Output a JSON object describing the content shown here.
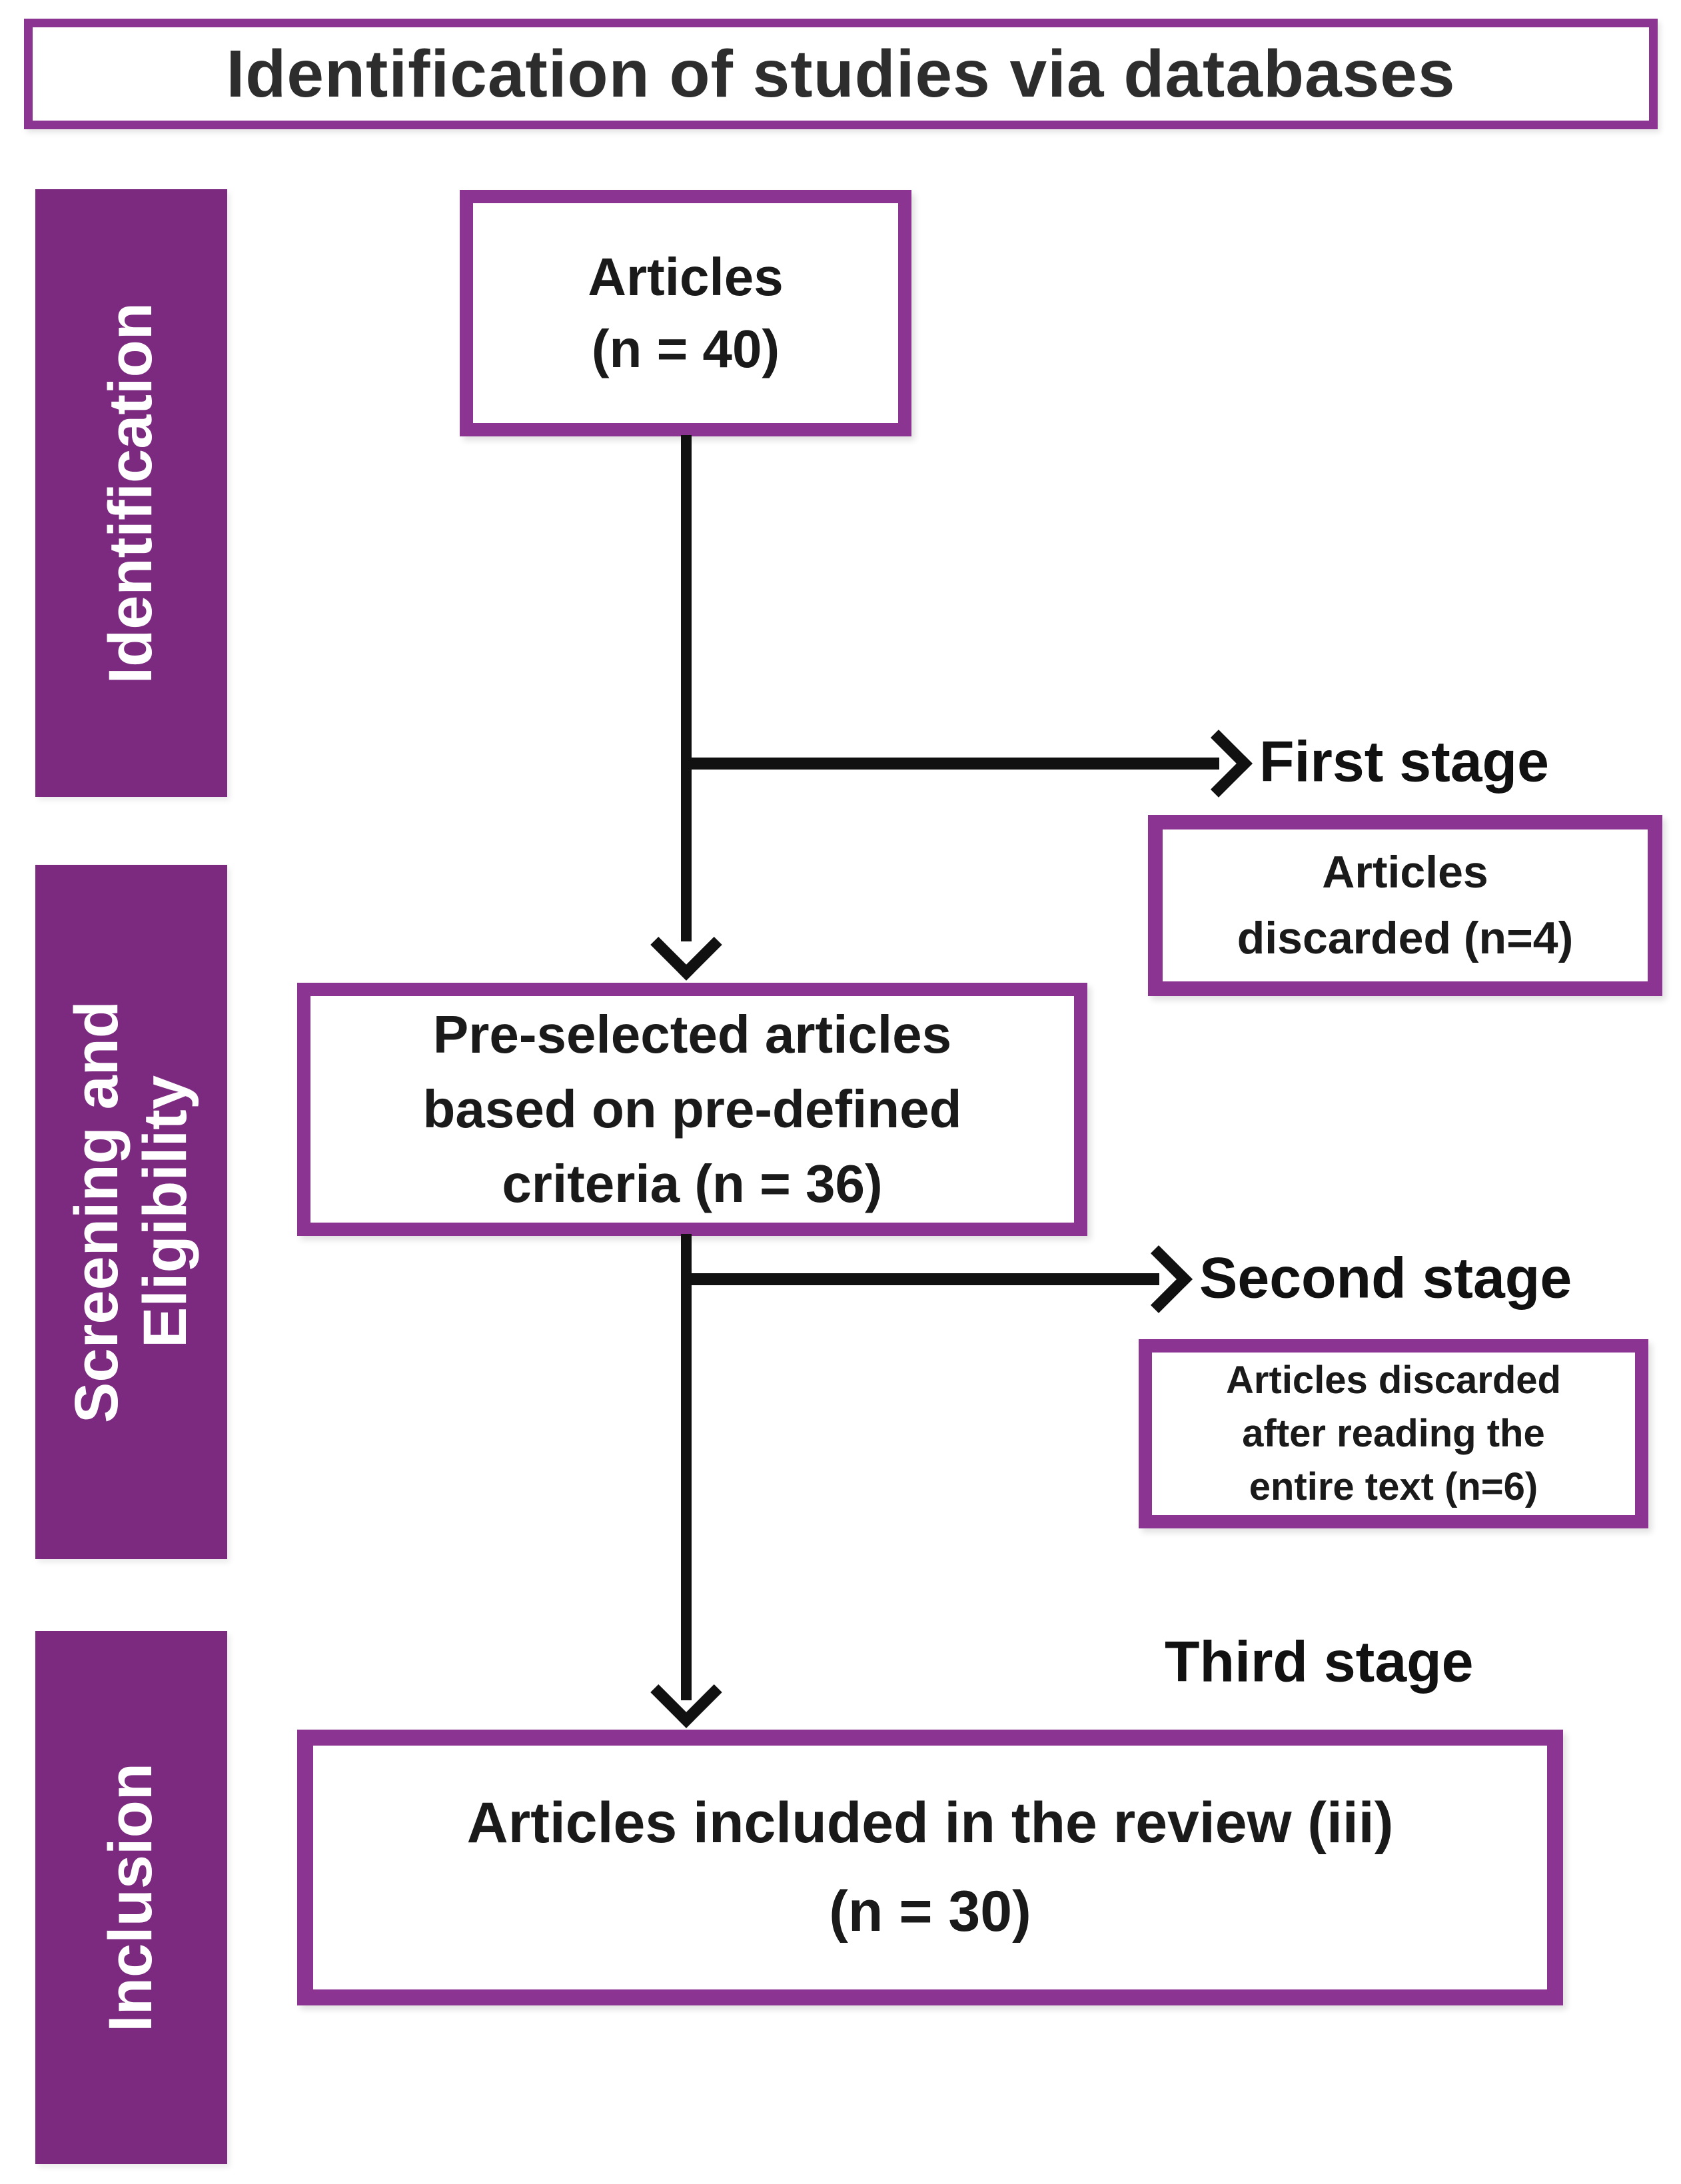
{
  "header": {
    "title": "Identification of studies via databases"
  },
  "sidebar": {
    "identification": "Identification",
    "screening_line1": "Screening and",
    "screening_line2": "Eligibility",
    "inclusion": "Inclusion"
  },
  "stages": {
    "first": "First stage",
    "second": "Second stage",
    "third": "Third stage"
  },
  "boxes": {
    "articles": {
      "line1": "Articles",
      "line2": "(n = 40)"
    },
    "discarded_first": {
      "line1": "Articles",
      "line2": "discarded (n=4)"
    },
    "preselected": {
      "line1": "Pre-selected articles",
      "line2": "based on pre-defined",
      "line3": "criteria (n = 36)"
    },
    "discarded_second": {
      "line1": "Articles discarded",
      "line2": "after reading the",
      "line3": "entire text (n=6)"
    },
    "included": {
      "line1": "Articles included in the review (iii)",
      "line2": "(n = 30)"
    }
  },
  "colors": {
    "purple_fill": "#7c2a80",
    "purple_border": "#8b3492",
    "line_black": "#111111",
    "text_black": "#1a1a1a",
    "title_color": "#2d2d2d"
  }
}
